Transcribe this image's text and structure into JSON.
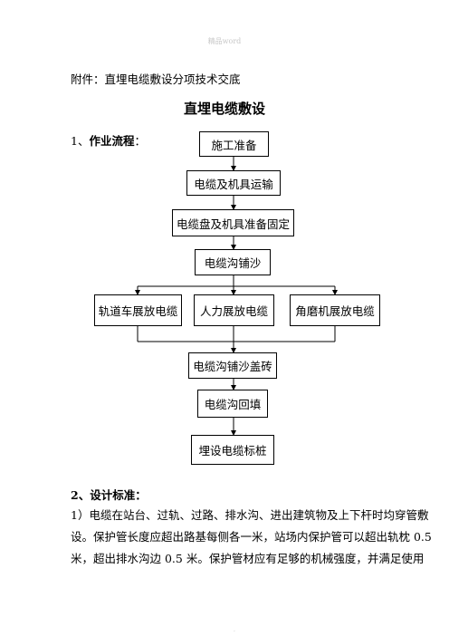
{
  "watermark": "精品word",
  "attachment_line": "附件：直埋电缆敷设分项技术交底",
  "title": "直埋电缆敷设",
  "section1": {
    "number": "1、",
    "label": "作业流程",
    "colon": "："
  },
  "flow": {
    "step1": "施工准备",
    "step2": "电缆及机具运输",
    "step3": "电缆盘及机具准备固定",
    "step4": "电缆沟铺沙",
    "branch_left": "轨道车展放电缆",
    "branch_mid": "人力展放电缆",
    "branch_right": "角磨机展放电缆",
    "step5": "电缆沟铺沙盖砖",
    "step6": "电缆沟回填",
    "step7": "埋设电缆标桩"
  },
  "section2": {
    "number": "2、",
    "label": "设计标准",
    "colon": "："
  },
  "paragraph_lines": [
    "1）电缆在站台、过轨、过路、排水沟、进出建筑物及上下杆时均穿管敷",
    "设。保护管长度应超出路基每侧各一米，站场内保护管可以超出轨枕 0.5",
    "米，超出排水沟边 0.5 米。保护管材应有足够的机械强度，并满足使用"
  ],
  "footer_mark": "."
}
